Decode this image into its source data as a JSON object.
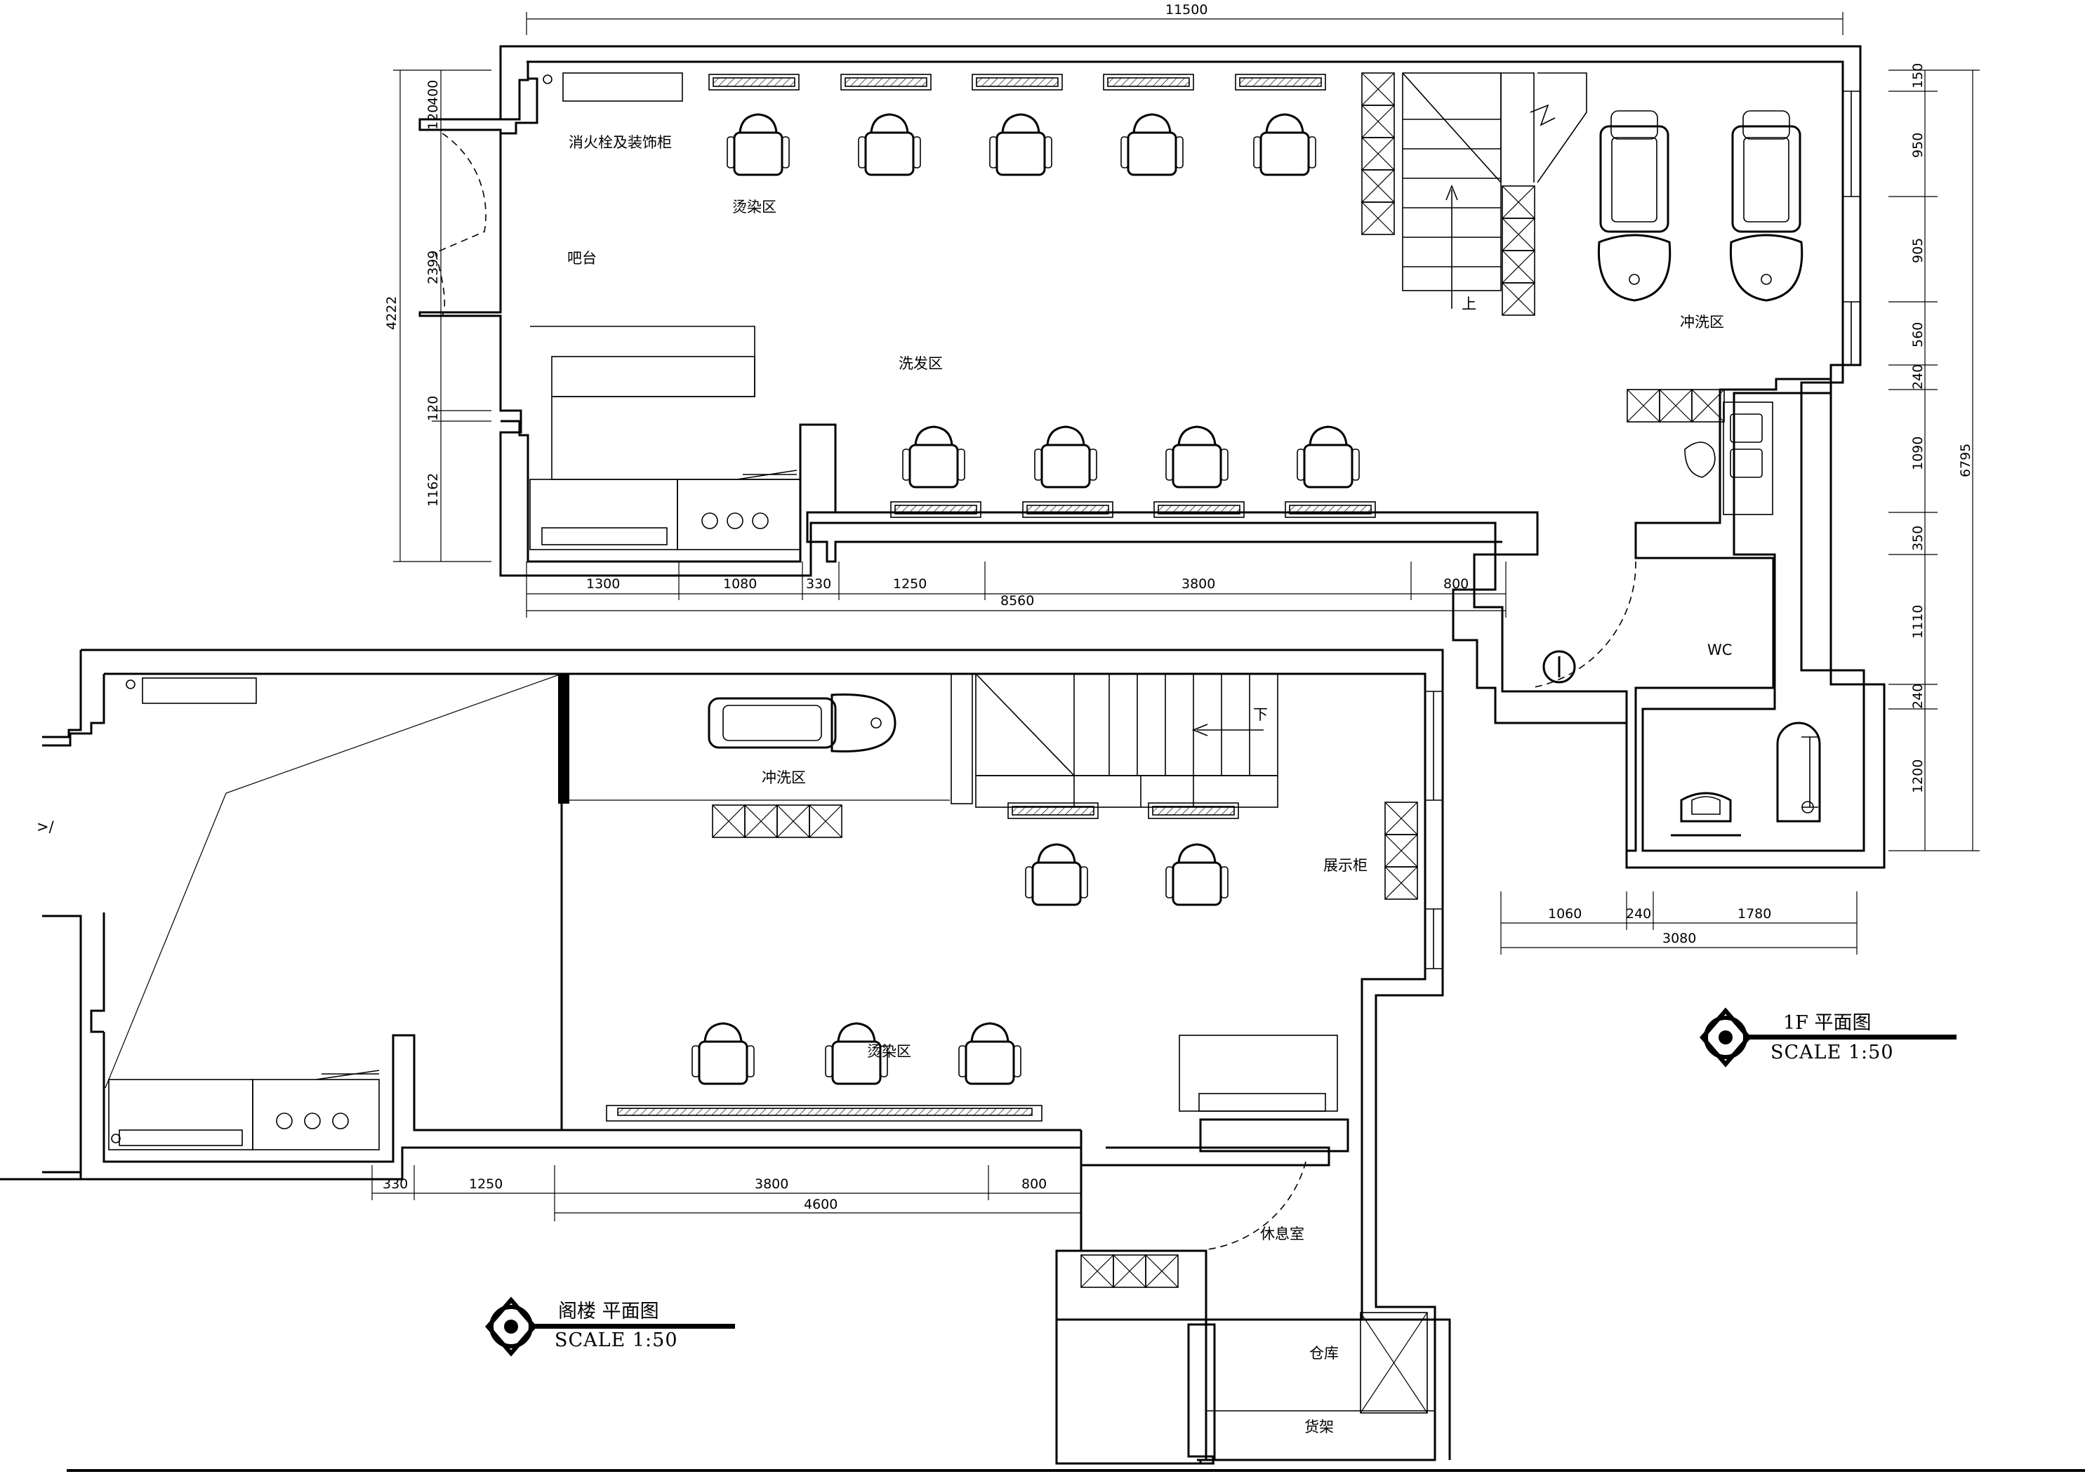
{
  "plans": {
    "first_floor": {
      "title": "1F  平面图",
      "scale": "SCALE   1:50",
      "rooms": {
        "fire_cabinet": "消火栓及装饰柜",
        "dye_area": "烫染区",
        "bar": "吧台",
        "wash_area": "洗发区",
        "rinse_area": "冲洗区",
        "wc": "WC",
        "stair_up": "上"
      },
      "dims_top": [
        "11500"
      ],
      "dims_bottom": [
        "1300",
        "1080",
        "330",
        "1250",
        "3800",
        "800"
      ],
      "dims_bottom_total": "8560",
      "dims_left": [
        "400",
        "120",
        "2399",
        "120",
        "1162"
      ],
      "dims_left_total": "4222",
      "dims_right": [
        "150",
        "950",
        "905",
        "560",
        "240",
        "1090",
        "350",
        "1110",
        "240",
        "1200"
      ],
      "dims_right_total": "6795",
      "dims_wc": [
        "1060",
        "240",
        "1780"
      ],
      "dims_wc_total": "3080"
    },
    "attic": {
      "title": "阁楼  平面图",
      "scale": "SCALE   1:50",
      "rooms": {
        "rinse_area": "冲洗区",
        "dye_area": "烫染区",
        "display_cabinet": "展示柜",
        "lounge": "休息室",
        "storage": "仓库",
        "shelf": "货架",
        "stair_down": "下"
      },
      "dims_bottom": [
        "330",
        "1250",
        "3800",
        "800"
      ],
      "dims_bottom_total": "4600"
    }
  }
}
